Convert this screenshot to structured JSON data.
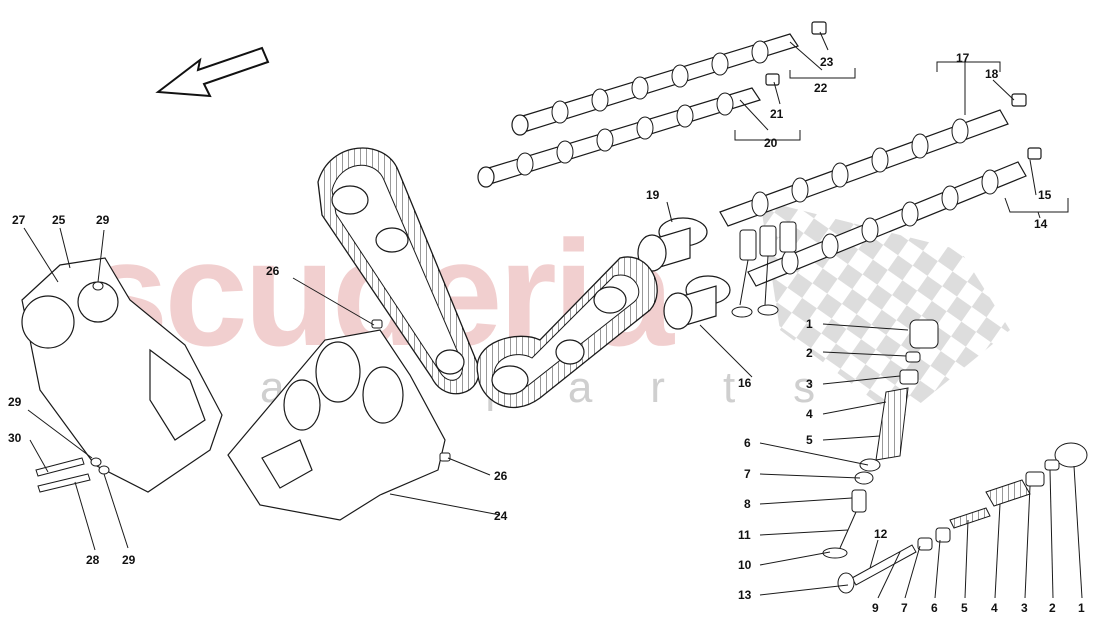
{
  "watermark": {
    "brand": "scuderia",
    "sub": "car parts"
  },
  "labels": {
    "p1a": "1",
    "p2a": "2",
    "p3a": "3",
    "p4a": "4",
    "p5a": "5",
    "p6a": "6",
    "p7a": "7",
    "p8": "8",
    "p11": "11",
    "p10": "10",
    "p13": "13",
    "p12": "12",
    "p9": "9",
    "p7b": "7",
    "p6b": "6",
    "p5b": "5",
    "p4b": "4",
    "p3b": "3",
    "p2b": "2",
    "p1b": "1",
    "p14": "14",
    "p15": "15",
    "p16": "16",
    "p17": "17",
    "p18": "18",
    "p19": "19",
    "p20": "20",
    "p21": "21",
    "p22": "22",
    "p23": "23",
    "p24": "24",
    "p25": "25",
    "p26a": "26",
    "p26b": "26",
    "p27": "27",
    "p28": "28",
    "p29a": "29",
    "p29b": "29",
    "p29c": "29",
    "p30": "30"
  }
}
